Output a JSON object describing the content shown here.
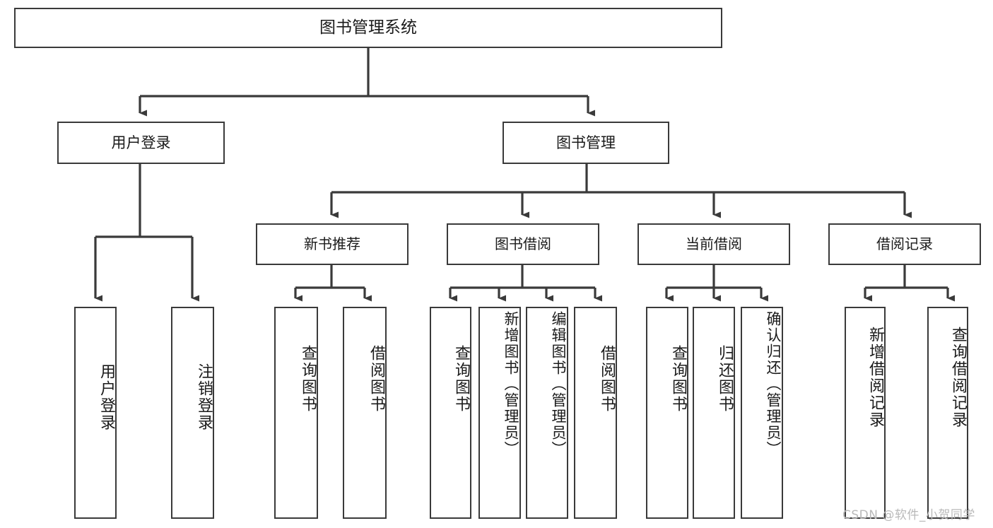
{
  "diagram": {
    "title": "图书管理系统",
    "type": "tree-hierarchy-chart",
    "watermark": "CSDN @软件_小贺同学",
    "colors": {
      "stroke": "#3a3a3a",
      "fill": "#ffffff",
      "text": "#1a1a1a",
      "watermark": "#b9b9b9"
    },
    "nodes": {
      "root": {
        "label": "图书管理系统"
      },
      "level1": [
        {
          "id": "user-login",
          "label": "用户登录"
        },
        {
          "id": "book-manage",
          "label": "图书管理"
        }
      ],
      "level2": [
        {
          "id": "new-book-recommend",
          "label": "新书推荐"
        },
        {
          "id": "book-borrow",
          "label": "图书借阅"
        },
        {
          "id": "current-borrow",
          "label": "当前借阅"
        },
        {
          "id": "borrow-record",
          "label": "借阅记录"
        }
      ],
      "leaves": [
        {
          "id": "leaf-user-login",
          "label": "用户登录"
        },
        {
          "id": "leaf-logout-login",
          "label": "注销登录"
        },
        {
          "id": "leaf-query-book-1",
          "label": "查询图书"
        },
        {
          "id": "leaf-borrow-book-1",
          "label": "借阅图书"
        },
        {
          "id": "leaf-query-book-2",
          "label": "查询图书"
        },
        {
          "id": "leaf-add-book-admin",
          "label": "新增图书（管理员）"
        },
        {
          "id": "leaf-edit-book-admin",
          "label": "编辑图书（管理员）"
        },
        {
          "id": "leaf-borrow-book-2",
          "label": "借阅图书"
        },
        {
          "id": "leaf-query-book-3",
          "label": "查询图书"
        },
        {
          "id": "leaf-return-book",
          "label": "归还图书"
        },
        {
          "id": "leaf-confirm-return-admin",
          "label": "确认归还（管理员）"
        },
        {
          "id": "leaf-add-borrow-record",
          "label": "新增借阅记录"
        },
        {
          "id": "leaf-query-borrow-record",
          "label": "查询借阅记录"
        }
      ]
    }
  }
}
